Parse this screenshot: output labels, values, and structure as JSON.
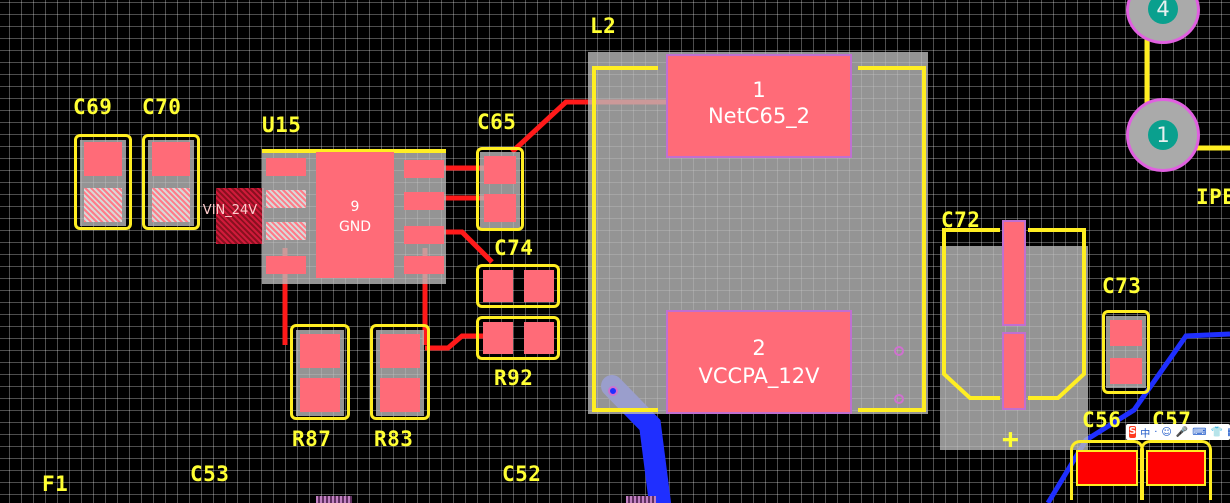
{
  "designators": {
    "c69": "C69",
    "c70": "C70",
    "u15": "U15",
    "c65": "C65",
    "l2": "L2",
    "c74": "C74",
    "r92": "R92",
    "r87": "R87",
    "r83": "R83",
    "c72": "C72",
    "c73": "C73",
    "c56": "C56",
    "c57": "C57",
    "f1": "F1",
    "c53": "C53",
    "c52": "C52",
    "ipe": "IPE"
  },
  "nets": {
    "l2_pad1_num": "1",
    "l2_pad1_net": "NetC65_2",
    "l2_pad2_num": "2",
    "l2_pad2_net": "VCCPA_12V",
    "u15_pad9_num": "9",
    "u15_pad9_net": "GND",
    "vin_net": "VIN_24V"
  },
  "connector": {
    "pin4": "4",
    "pin1": "1"
  },
  "polarity_mark": "+",
  "input_toolbar": {
    "brand": "S",
    "lang": "中",
    "items": [
      "·",
      "☺",
      "🎤",
      "⌨",
      "👕",
      "▦"
    ]
  },
  "colors": {
    "background": "#000000",
    "silkscreen": "#ffee22",
    "pad": "#ff6b78",
    "top_copper": "#ff0000",
    "bottom_copper": "#1a2cff",
    "component_body": "#bebebe",
    "through_hole_ring": "#e060e0",
    "through_hole_pad": "#0aa08e"
  }
}
